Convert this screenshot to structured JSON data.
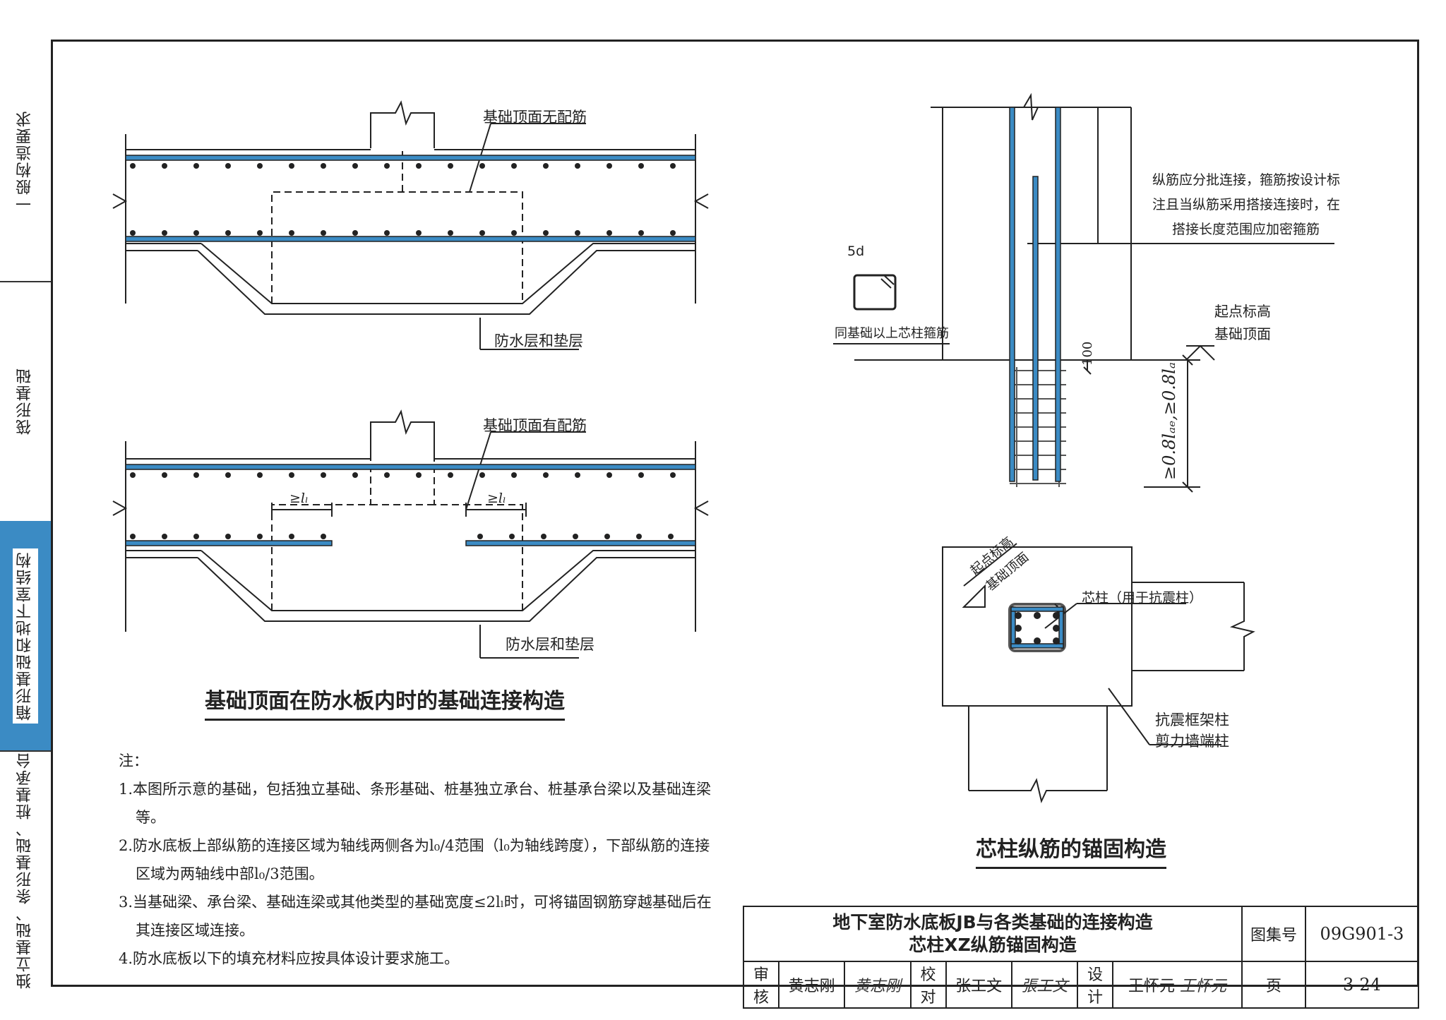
{
  "sidebar": {
    "sections": [
      {
        "label": "一般构造要求"
      },
      {
        "label": "筏形基础"
      },
      {
        "label": "箱形基础和地下室结构"
      },
      {
        "label": "独立基础、条形基础、桩基承台"
      }
    ]
  },
  "left_upper": {
    "label_rebar": "基础顶面无配筋",
    "label_layer": "防水层和垫层"
  },
  "left_lower": {
    "label_rebar": "基础顶面有配筋",
    "label_layer": "防水层和垫层",
    "lap_left": "≥lₗ",
    "lap_right": "≥lₗ"
  },
  "left_title": "基础顶面在防水板内时的基础连接构造",
  "right_upper": {
    "note_line1": "纵筋应分批连接，箍筋按设计标",
    "note_line2": "注且当纵筋采用搭接连接时，在",
    "note_line3": "搭接长度范围应加密箍筋",
    "stirrup_dim": "5d",
    "stirrup_label": "同基础以上芯柱箍筋",
    "elev_line1": "起点标高",
    "elev_line2": "基础顶面",
    "dim_100": "100",
    "dim_anchor": "≥0.8lₐₑ,≥0.8lₐ"
  },
  "right_lower": {
    "elev_line1": "起点标高",
    "elev_line2": "基础顶面",
    "core_label": "芯柱（用于抗震柱）",
    "col_line1": "抗震框架柱",
    "col_line2": "剪力墙端柱"
  },
  "right_title": "芯柱纵筋的锚固构造",
  "notes": {
    "heading": "注：",
    "items": [
      "1.本图所示意的基础，包括独立基础、条形基础、桩基独立承台、桩基承台梁以及基础连梁等。",
      "2.防水底板上部纵筋的连接区域为轴线两侧各为l₀/4范围（l₀为轴线跨度），下部纵筋的连接区域为两轴线中部l₀/3范围。",
      "3.当基础梁、承台梁、基础连梁或其他类型的基础宽度≤2lₗ时，可将锚固钢筋穿越基础后在其连接区域连接。",
      "4.防水底板以下的填充材料应按具体设计要求施工。"
    ]
  },
  "title_block": {
    "title_line1": "地下室防水底板JB与各类基础的连接构造",
    "title_line2": "芯柱XZ纵筋锚固构造",
    "atlas_label": "图集号",
    "atlas_no": "09G901-3",
    "review_label": "审核",
    "review_name": "黄志刚",
    "review_sig": "黄志刚",
    "check_label": "校对",
    "check_name": "张工文",
    "check_sig": "張工文",
    "design_label": "设计",
    "design_name": "王怀元",
    "design_sig": "王怀元",
    "page_label": "页",
    "page_no": "3-24"
  },
  "colors": {
    "rebar_blue": "#3b8bc4",
    "line": "#222222"
  }
}
